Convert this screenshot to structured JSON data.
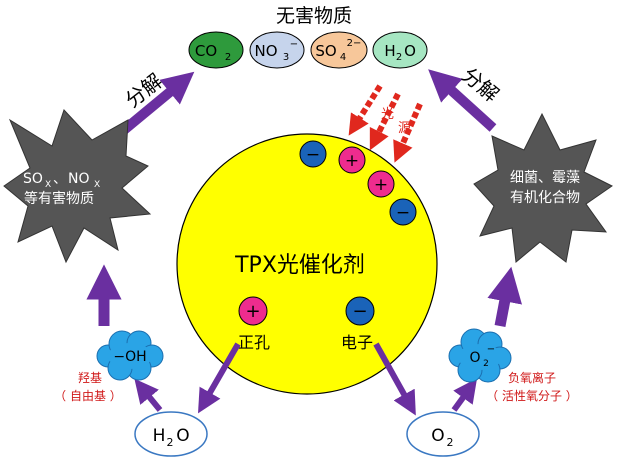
{
  "title": "无害物质",
  "products": [
    {
      "base": "CO",
      "sub": "2",
      "sup": "",
      "fill": "#2e9a3c"
    },
    {
      "base": "NO",
      "sub": "3",
      "sup": "−",
      "fill": "#c6d4ec"
    },
    {
      "base": "SO",
      "sub": "4",
      "sup": "2−",
      "fill": "#f7c79a"
    },
    {
      "base": "H",
      "sub": "2",
      "sup": "",
      "base2": "O",
      "fill": "#a6e6c2"
    }
  ],
  "decompose_left": "分解",
  "decompose_right": "分解",
  "light_source": [
    "光",
    "源"
  ],
  "left_burst": {
    "line1_a": "SO",
    "line1_a_sub": "X",
    "line1_sep": "、",
    "line1_b": "NO",
    "line1_b_sub": "X",
    "line2": "等有害物质"
  },
  "right_burst": {
    "line1": "细菌、霉藻",
    "line2": "有机化合物"
  },
  "catalyst": {
    "label": "TPX光催化剂",
    "hole_label": "正孔",
    "electron_label": "电子"
  },
  "charges": {
    "plus": "+",
    "minus": "−"
  },
  "left_cloud": "−OH",
  "right_cloud": {
    "base": "O",
    "sub": "2",
    "sup": "−"
  },
  "left_radical": {
    "line1": "羟基",
    "line2": "（ 自由基 ）"
  },
  "right_radical": {
    "line1": "负氧离子",
    "line2": "（ 活性氧分子 ）"
  },
  "water": {
    "base": "H",
    "sub": "2",
    "base2": "O"
  },
  "oxygen": {
    "base": "O",
    "sub": "2"
  },
  "colors": {
    "catalyst_fill": "#ffff00",
    "plus_fill": "#ee2c8e",
    "minus_fill": "#1a63b8",
    "arrow_purple": "#6a2fa0",
    "light_red": "#e0281e",
    "burst_gray": "#555555",
    "cloud_blue": "#2aa4e6",
    "radical_red": "#d01818"
  }
}
